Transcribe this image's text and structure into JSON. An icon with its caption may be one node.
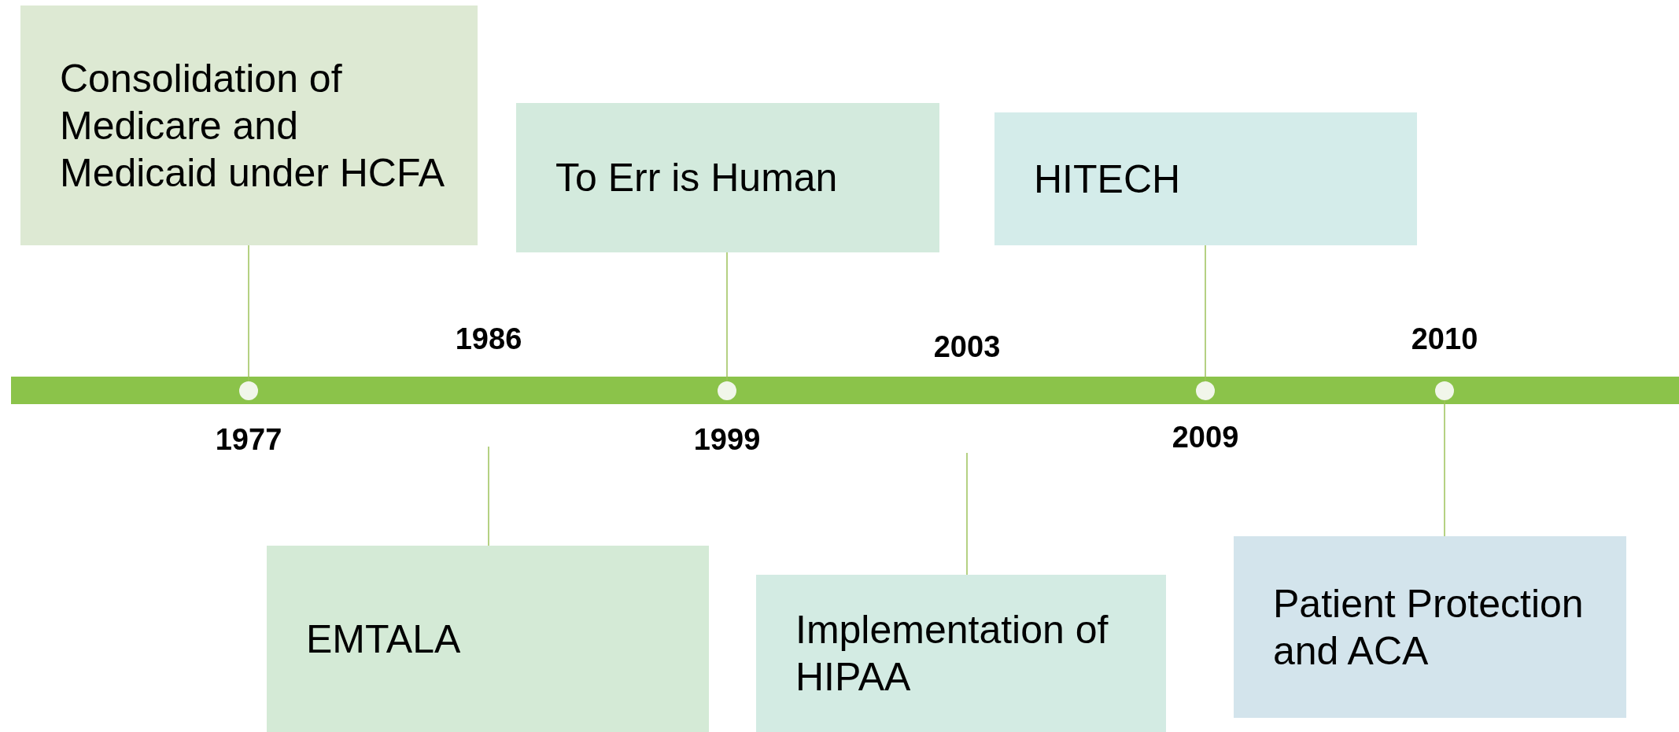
{
  "diagram": {
    "nodes": [
      {
        "text": [
          "Consolidation of Medicare and Medicaid under HCFA"
        ]
      },
      {
        "text": [
          "EMTALA"
        ]
      },
      {
        "text": [
          "To Err is Human"
        ]
      },
      {
        "text": [
          "Implementation of HIPAA"
        ]
      },
      {
        "text": [
          "HITECH"
        ]
      },
      {
        "text": [
          "Patient Protection and ACA"
        ]
      },
      {
        "text": [],
        "shape": "circle"
      },
      {
        "text": [],
        "shape": "circle"
      },
      {
        "text": [],
        "shape": "circle"
      },
      {
        "text": [],
        "shape": "circle"
      }
    ],
    "edges": [
      {
        "from": 0,
        "to": 6,
        "arrow": "none"
      },
      {
        "from": 1,
        "to": null,
        "arrow": "none"
      },
      {
        "from": 2,
        "to": 7,
        "arrow": "none"
      },
      {
        "from": 3,
        "to": null,
        "arrow": "none"
      },
      {
        "from": 4,
        "to": 8,
        "arrow": "none"
      },
      {
        "from": 5,
        "to": 9,
        "arrow": "none"
      }
    ],
    "labels": [
      "1977",
      "1986",
      "1999",
      "2003",
      "2009",
      "2010"
    ]
  }
}
